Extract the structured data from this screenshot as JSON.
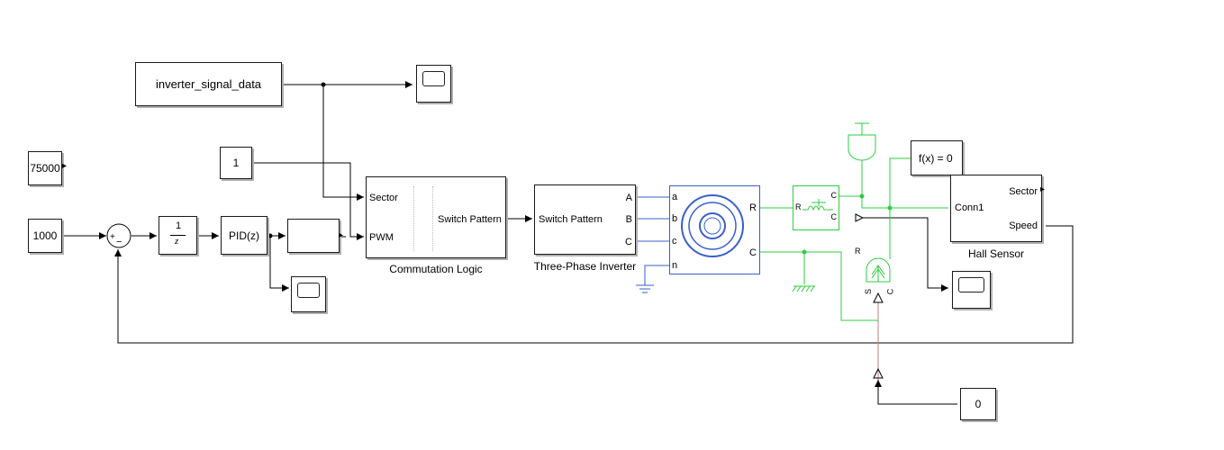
{
  "blocks": {
    "inverter_signal": "inverter_signal_data",
    "const_75000": "75000",
    "const_1": "1",
    "const_1000": "1000",
    "const_0": "0",
    "sum_plus": "+",
    "sum_minus": "−",
    "zoh_num": "1",
    "zoh_den": "z",
    "pid_label": "PID(z)",
    "fx_label": "f(x) = 0"
  },
  "commutation": {
    "port_sector": "Sector",
    "port_pwm": "PWM",
    "port_switch": "Switch Pattern",
    "caption": "Commutation Logic"
  },
  "inverter": {
    "port_switch": "Switch Pattern",
    "port_a": "A",
    "port_b": "B",
    "port_c": "C",
    "caption": "Three-Phase Inverter"
  },
  "motor": {
    "port_a": "a",
    "port_b": "b",
    "port_c": "c",
    "port_n": "n",
    "port_r": "R",
    "port_c_out": "C"
  },
  "speed_sensor": {
    "port_r": "R",
    "port_c": "C",
    "port_x": "C"
  },
  "torque_source": {
    "port_r": "R",
    "port_s": "S",
    "port_c": "C"
  },
  "hall": {
    "port_conn": "Conn1",
    "port_sector": "Sector",
    "port_speed": "Speed",
    "caption": "Hall Sensor"
  },
  "colors": {
    "signal": "#000000",
    "electrical": "#3a5fcd",
    "mechanical": "#2ecc40",
    "physical_signal": "#a05050"
  }
}
